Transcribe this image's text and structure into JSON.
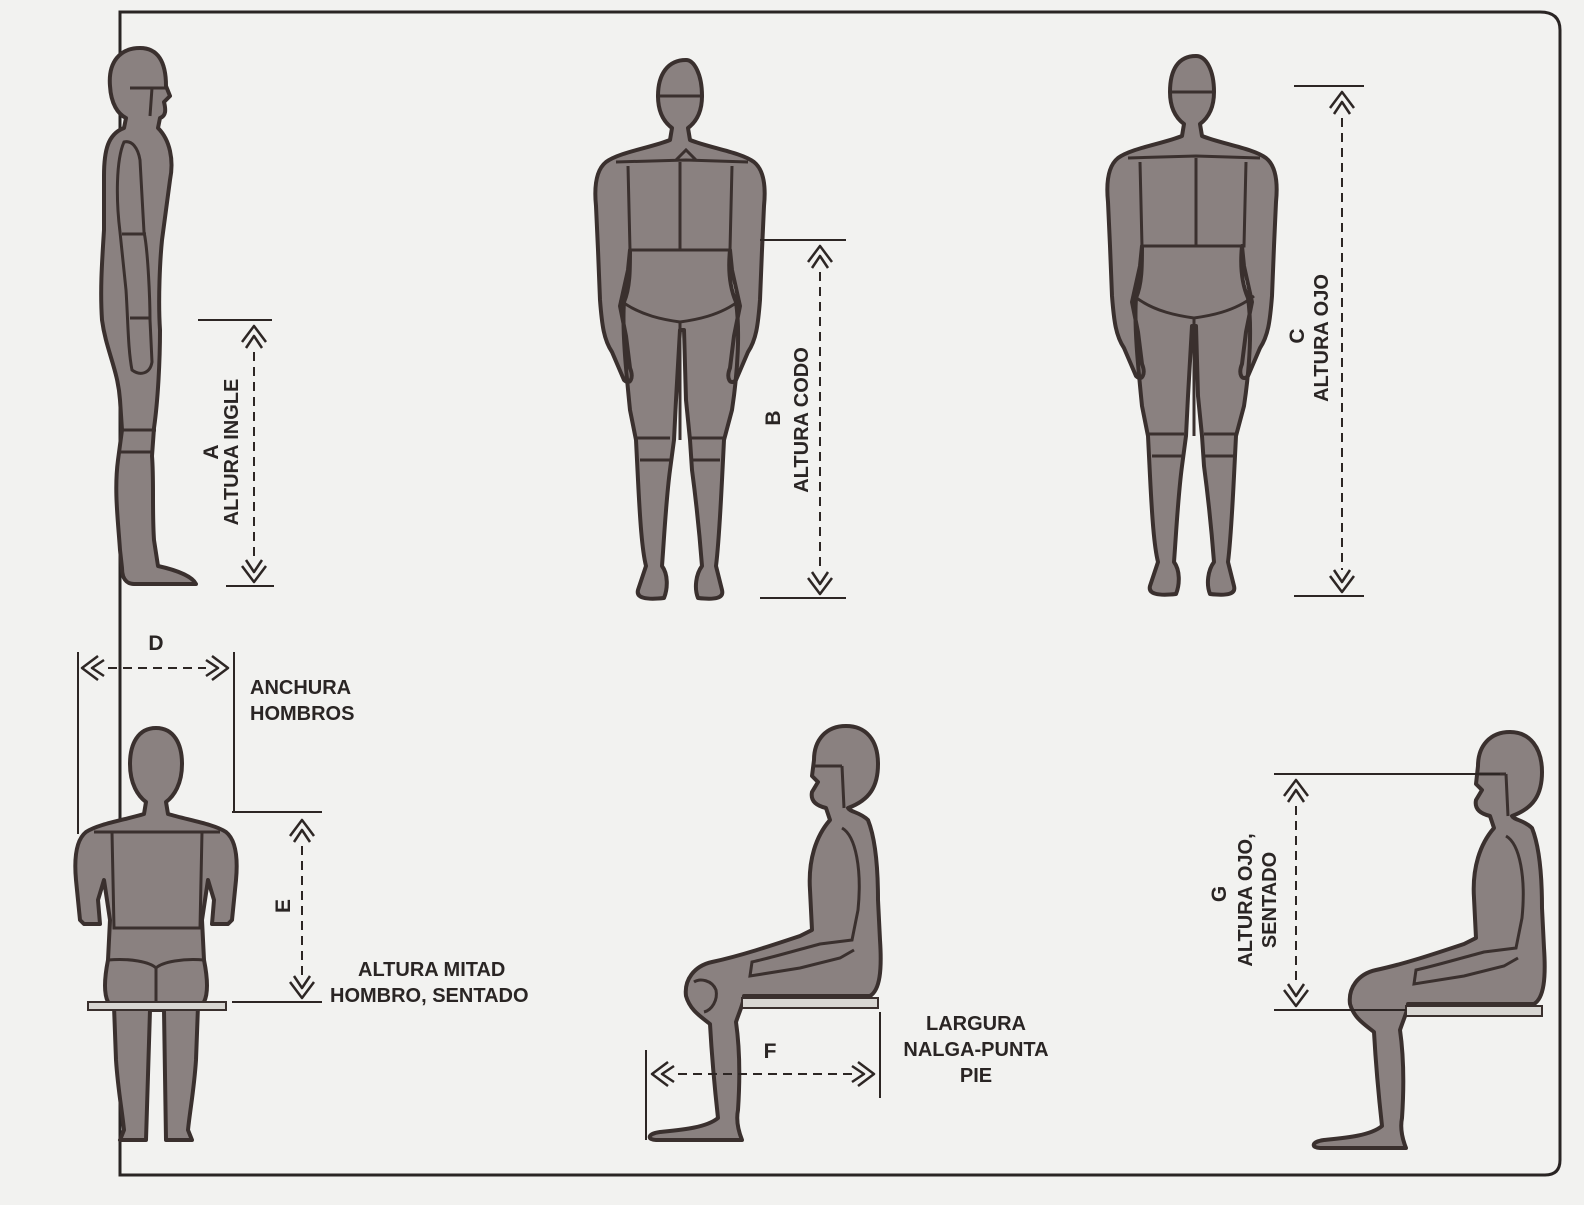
{
  "measurements": {
    "a": {
      "letter": "A",
      "label": "ALTURA INGLE"
    },
    "b": {
      "letter": "B",
      "label": "ALTURA CODO"
    },
    "c": {
      "letter": "C",
      "label": "ALTURA OJO"
    },
    "d": {
      "letter": "D",
      "label_line1": "ANCHURA",
      "label_line2": "HOMBROS"
    },
    "e": {
      "letter": "E",
      "label_line1": "ALTURA MITAD",
      "label_line2": "HOMBRO, SENTADO"
    },
    "f": {
      "letter": "F",
      "label_line1": "LARGURA",
      "label_line2": "NALGA-PUNTA",
      "label_line3": "PIE"
    },
    "g": {
      "letter": "G",
      "label_line1": "ALTURA OJO,",
      "label_line2": "SENTADO"
    }
  },
  "colors": {
    "background": "#f2f2f0",
    "figure_fill": "#8a8180",
    "outline": "#3a302e",
    "text": "#2a2524"
  }
}
